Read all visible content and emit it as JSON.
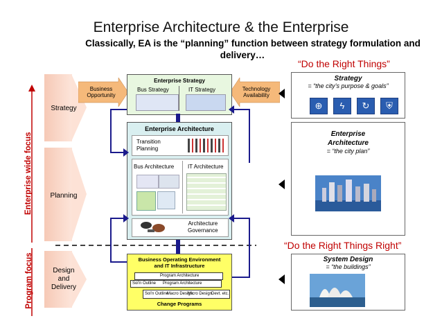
{
  "title": "Enterprise Architecture & the Enterprise",
  "subtitle_line1": "Classically, EA is the “planning” function between strategy formulation and",
  "subtitle_line2": "delivery…",
  "left": {
    "enterprise_focus": "Enterprise wide focus",
    "program_focus": "Program focus",
    "strategy": "Strategy",
    "planning": "Planning",
    "design_1": "Design",
    "design_2": "and",
    "design_3": "Delivery"
  },
  "center": {
    "business_opportunity_1": "Business",
    "business_opportunity_2": "Opportunity",
    "technology_availability_1": "Technology",
    "technology_availability_2": "Availability",
    "enterprise_strategy": "Enterprise Strategy",
    "bus_strategy": "Bus Strategy",
    "it_strategy": "IT Strategy",
    "enterprise_architecture": "Enterprise Architecture",
    "transition_1": "Transition",
    "transition_2": "Planning",
    "bus_architecture": "Bus Architecture",
    "it_architecture": "IT Architecture",
    "governance_1": "Architecture",
    "governance_2": "Governance",
    "boe_1": "Business Operating Environment",
    "boe_2": "and IT Infrastructure",
    "program_arch_1": "Program Architecture",
    "program_arch_2": "Program Architecture",
    "sol_outline_1": "Sol’n Outline",
    "sol_outline_2": "Sol’n Outline",
    "macro_design": "Macro Design",
    "micro_design": "Micro Design",
    "devt": "Devt. etc.",
    "change_programs": "Change Programs"
  },
  "right": {
    "do_right_things": "“Do the Right Things”",
    "do_right_things_right": "“Do the Right Things Right”",
    "strategy_title": "Strategy",
    "strategy_sub": "= “the city’s purpose & goals”",
    "ea_title_1": "Enterprise",
    "ea_title_2": "Architecture",
    "ea_sub": "= “the city plan”",
    "sd_title": "System Design",
    "sd_sub": "= “the buildings”"
  },
  "icons": [
    "globe-icon",
    "lightning-icon",
    "refresh-icon",
    "shield-icon"
  ],
  "colors": {
    "accent_red": "#c00000",
    "ea_teal": "#d9eff0",
    "delivery_yellow": "#ffff66"
  }
}
